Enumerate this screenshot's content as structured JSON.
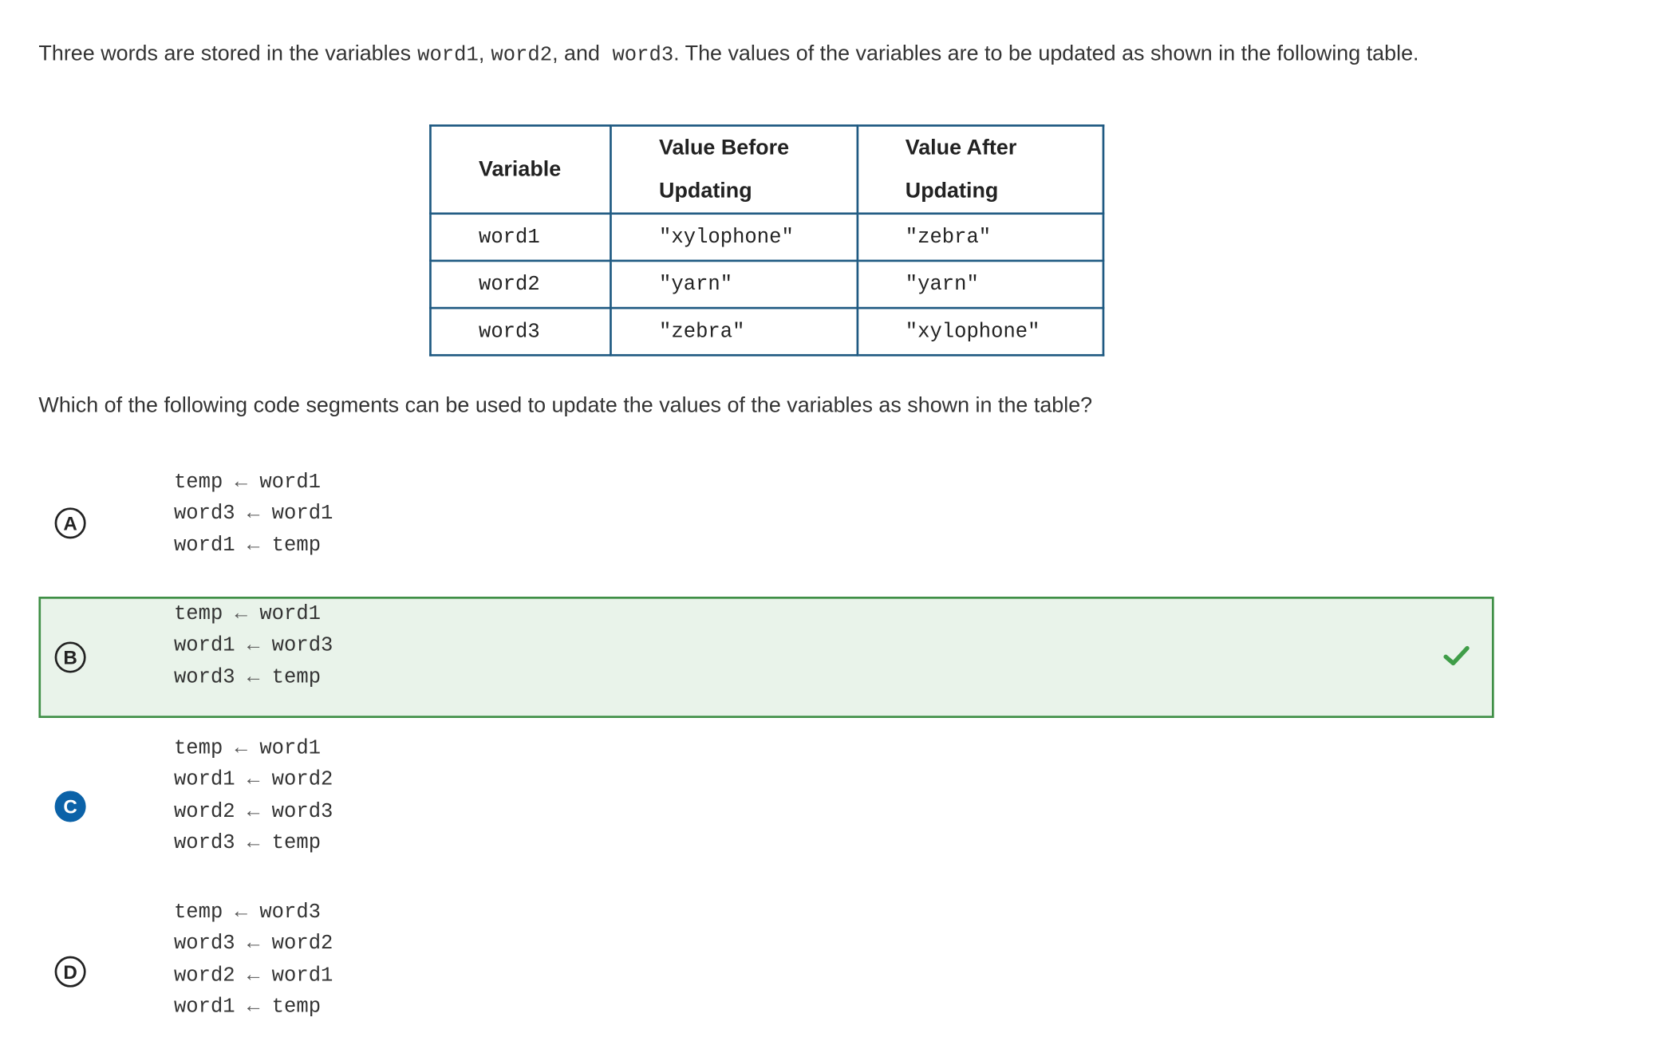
{
  "prompt": {
    "intro": "Three words are stored in the variables",
    "var1": "word1",
    "sep1": ",",
    "var2": "word2",
    "sep2": ", and",
    "var3": "word3",
    "tail": ". The values of the variables are to be updated as shown in the following table."
  },
  "table": {
    "headers": {
      "variable": "Variable",
      "before": "Value Before Updating",
      "after": "Value After Updating"
    },
    "rows": [
      {
        "variable": "word1",
        "before": "\"xylophone\"",
        "after": "\"zebra\""
      },
      {
        "variable": "word2",
        "before": "\"yarn\"",
        "after": "\"yarn\""
      },
      {
        "variable": "word3",
        "before": "\"zebra\"",
        "after": "\"xylophone\""
      }
    ]
  },
  "question": "Which of the following code segments can be used to update the values of the variables as shown in the table?",
  "arrow": "←",
  "choices": [
    {
      "letter": "A",
      "lines": [
        {
          "lhs": "temp",
          "rhs": "word1"
        },
        {
          "lhs": "word3",
          "rhs": "word1"
        },
        {
          "lhs": "word1",
          "rhs": "temp"
        }
      ],
      "state": "unselected"
    },
    {
      "letter": "B",
      "lines": [
        {
          "lhs": "temp",
          "rhs": "word1"
        },
        {
          "lhs": "word1",
          "rhs": "word3"
        },
        {
          "lhs": "word3",
          "rhs": "temp"
        }
      ],
      "state": "correct",
      "status_icon": "checkmark-icon"
    },
    {
      "letter": "C",
      "lines": [
        {
          "lhs": "temp",
          "rhs": "word1"
        },
        {
          "lhs": "word1",
          "rhs": "word2"
        },
        {
          "lhs": "word2",
          "rhs": "word3"
        },
        {
          "lhs": "word3",
          "rhs": "temp"
        }
      ],
      "state": "selected"
    },
    {
      "letter": "D",
      "lines": [
        {
          "lhs": "temp",
          "rhs": "word3"
        },
        {
          "lhs": "word3",
          "rhs": "word2"
        },
        {
          "lhs": "word2",
          "rhs": "word1"
        },
        {
          "lhs": "word1",
          "rhs": "temp"
        }
      ],
      "state": "unselected"
    }
  ],
  "colors": {
    "correct_background": "#e9f3ea",
    "correct_border": "#3f8f46",
    "checkmark": "#3f9d48",
    "selected_badge": "#0b62a8",
    "table_border": "#1f5a82",
    "text": "#333333"
  }
}
